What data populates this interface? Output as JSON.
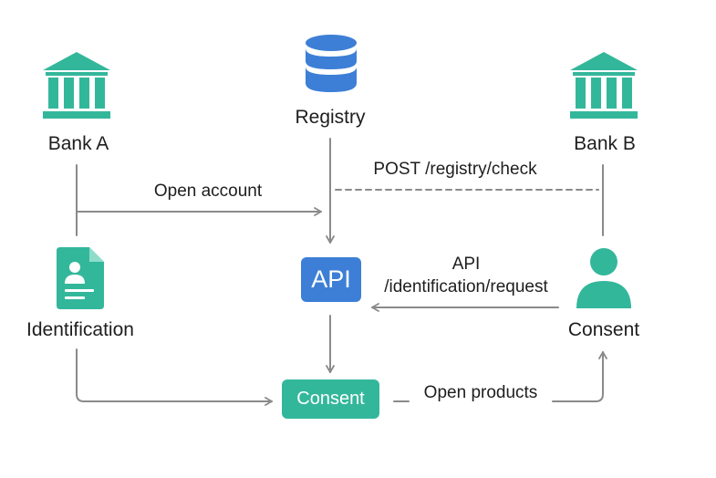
{
  "colors": {
    "teal": "#33b79b",
    "blue": "#3d7fd6",
    "arrow": "#8a8a8a"
  },
  "nodes": {
    "bank_a": {
      "label": "Bank A",
      "icon": "bank-icon"
    },
    "registry": {
      "label": "Registry",
      "icon": "database-icon"
    },
    "bank_b": {
      "label": "Bank B",
      "icon": "bank-icon"
    },
    "identification": {
      "label": "Identification",
      "icon": "id-document-icon"
    },
    "api": {
      "label": "API"
    },
    "consent_user": {
      "label": "Consent",
      "icon": "user-icon"
    },
    "consent_box": {
      "label": "Consent"
    }
  },
  "edges": {
    "open_account": "Open account",
    "post_check": "POST /registry/check",
    "api_request_line1": "API",
    "api_request_line2": "/identification/request",
    "open_products": "Open products"
  }
}
